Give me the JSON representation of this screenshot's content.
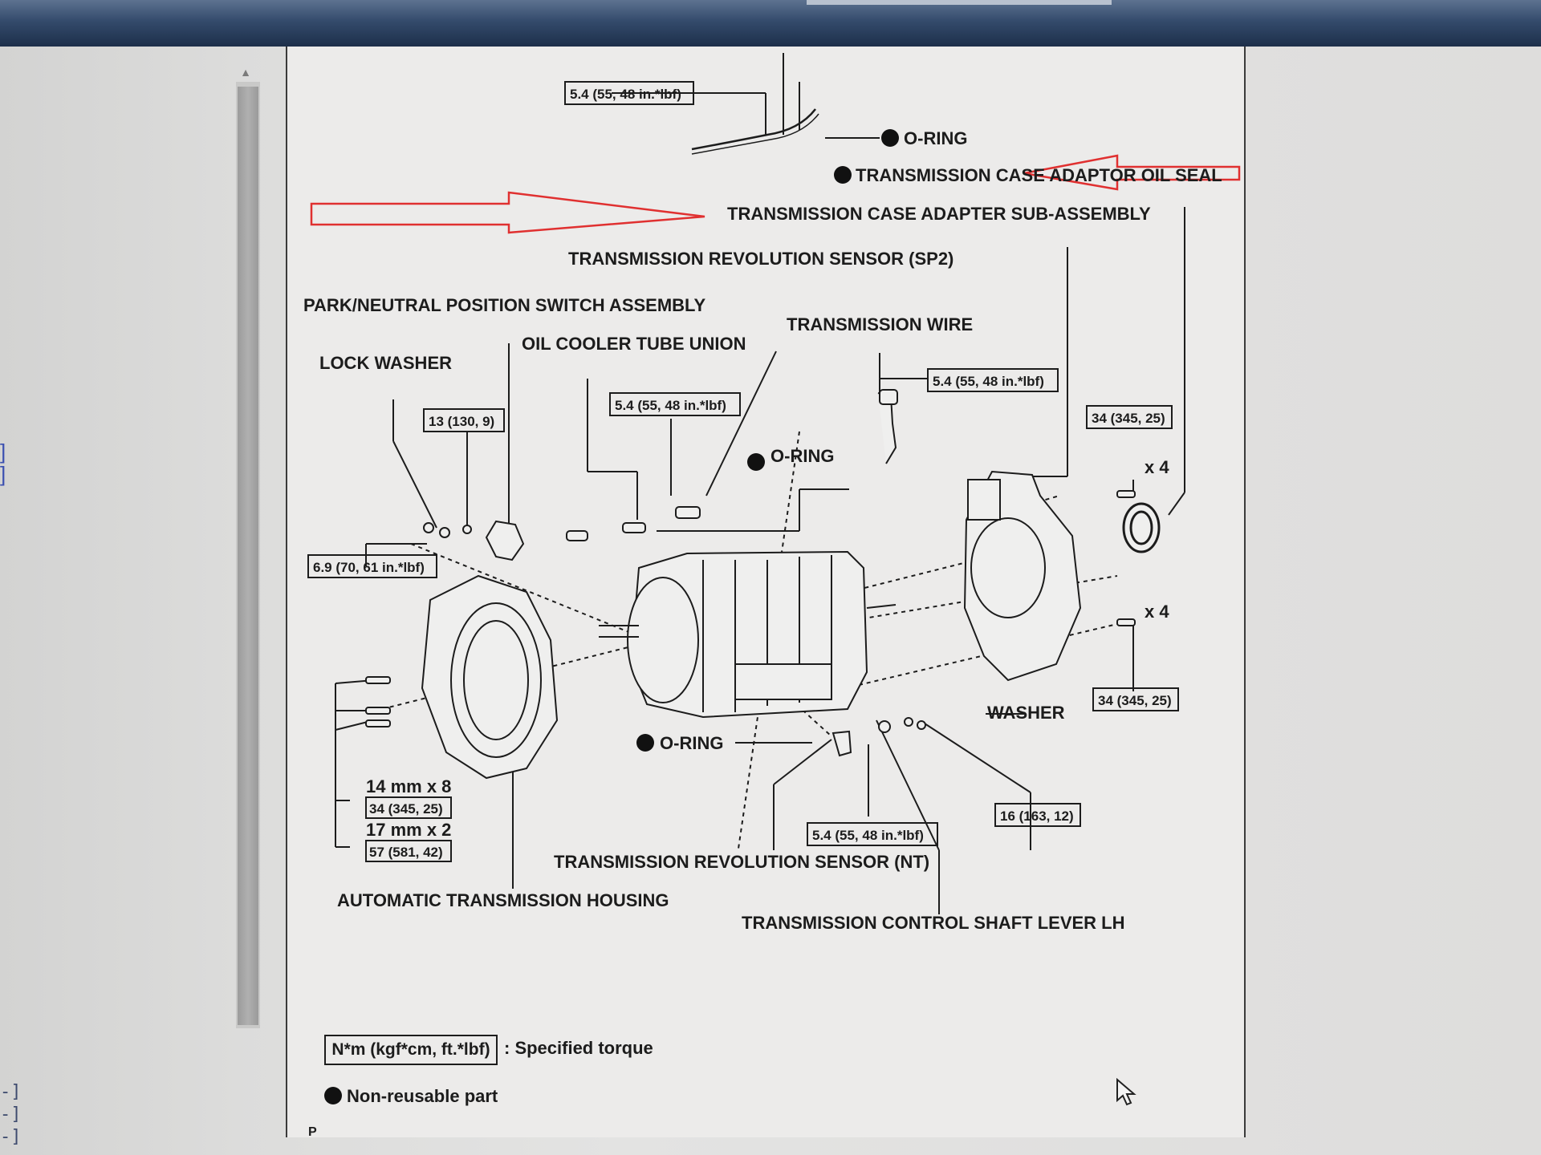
{
  "labels": {
    "o_ring_top": "O-RING",
    "oil_seal": "TRANSMISSION CASE ADAPTOR OIL SEAL",
    "adapter_sub": "TRANSMISSION CASE ADAPTER SUB-ASSEMBLY",
    "sensor_sp2": "TRANSMISSION REVOLUTION SENSOR (SP2)",
    "park_neutral": "PARK/NEUTRAL POSITION SWITCH ASSEMBLY",
    "oil_cooler": "OIL COOLER TUBE UNION",
    "trans_wire": "TRANSMISSION WIRE",
    "lock_washer": "LOCK WASHER",
    "o_ring_mid": "O-RING",
    "x4_upper": "x 4",
    "x4_lower": "x 4",
    "washer": "WASHER",
    "o_ring_low": "O-RING",
    "bolt_14": "14 mm x 8",
    "bolt_17": "17 mm x 2",
    "sensor_nt": "TRANSMISSION REVOLUTION SENSOR (NT)",
    "housing": "AUTOMATIC TRANSMISSION HOUSING",
    "shaft_lever": "TRANSMISSION CONTROL SHAFT LEVER LH",
    "page_marker": "P"
  },
  "torques": {
    "top": "5.4 (55, 48 in.*lbf)",
    "wire": "5.4 (55, 48 in.*lbf)",
    "cooler": "5.4 (55, 48 in.*lbf)",
    "ps_13": "13 (130, 9)",
    "ps_69": "6.9 (70, 61 in.*lbf)",
    "adapter_upper": "34 (345, 25)",
    "adapter_lower": "34 (345, 25)",
    "washer_16": "16 (163, 12)",
    "nt": "5.4 (55, 48 in.*lbf)",
    "housing_34": "34 (345, 25)",
    "housing_57": "57 (581, 42)"
  },
  "legend": {
    "torque_box": "N*m (kgf*cm, ft.*lbf)",
    "torque_text": ": Specified torque",
    "nonreusable": "Non-reusable part"
  },
  "sidebar": {
    "tree_marks": [
      "]",
      "]"
    ],
    "tree_tails": [
      "-]",
      "-]",
      "-]"
    ]
  },
  "colors": {
    "arrow": "#e03030",
    "titlebar": "#2c4262"
  }
}
